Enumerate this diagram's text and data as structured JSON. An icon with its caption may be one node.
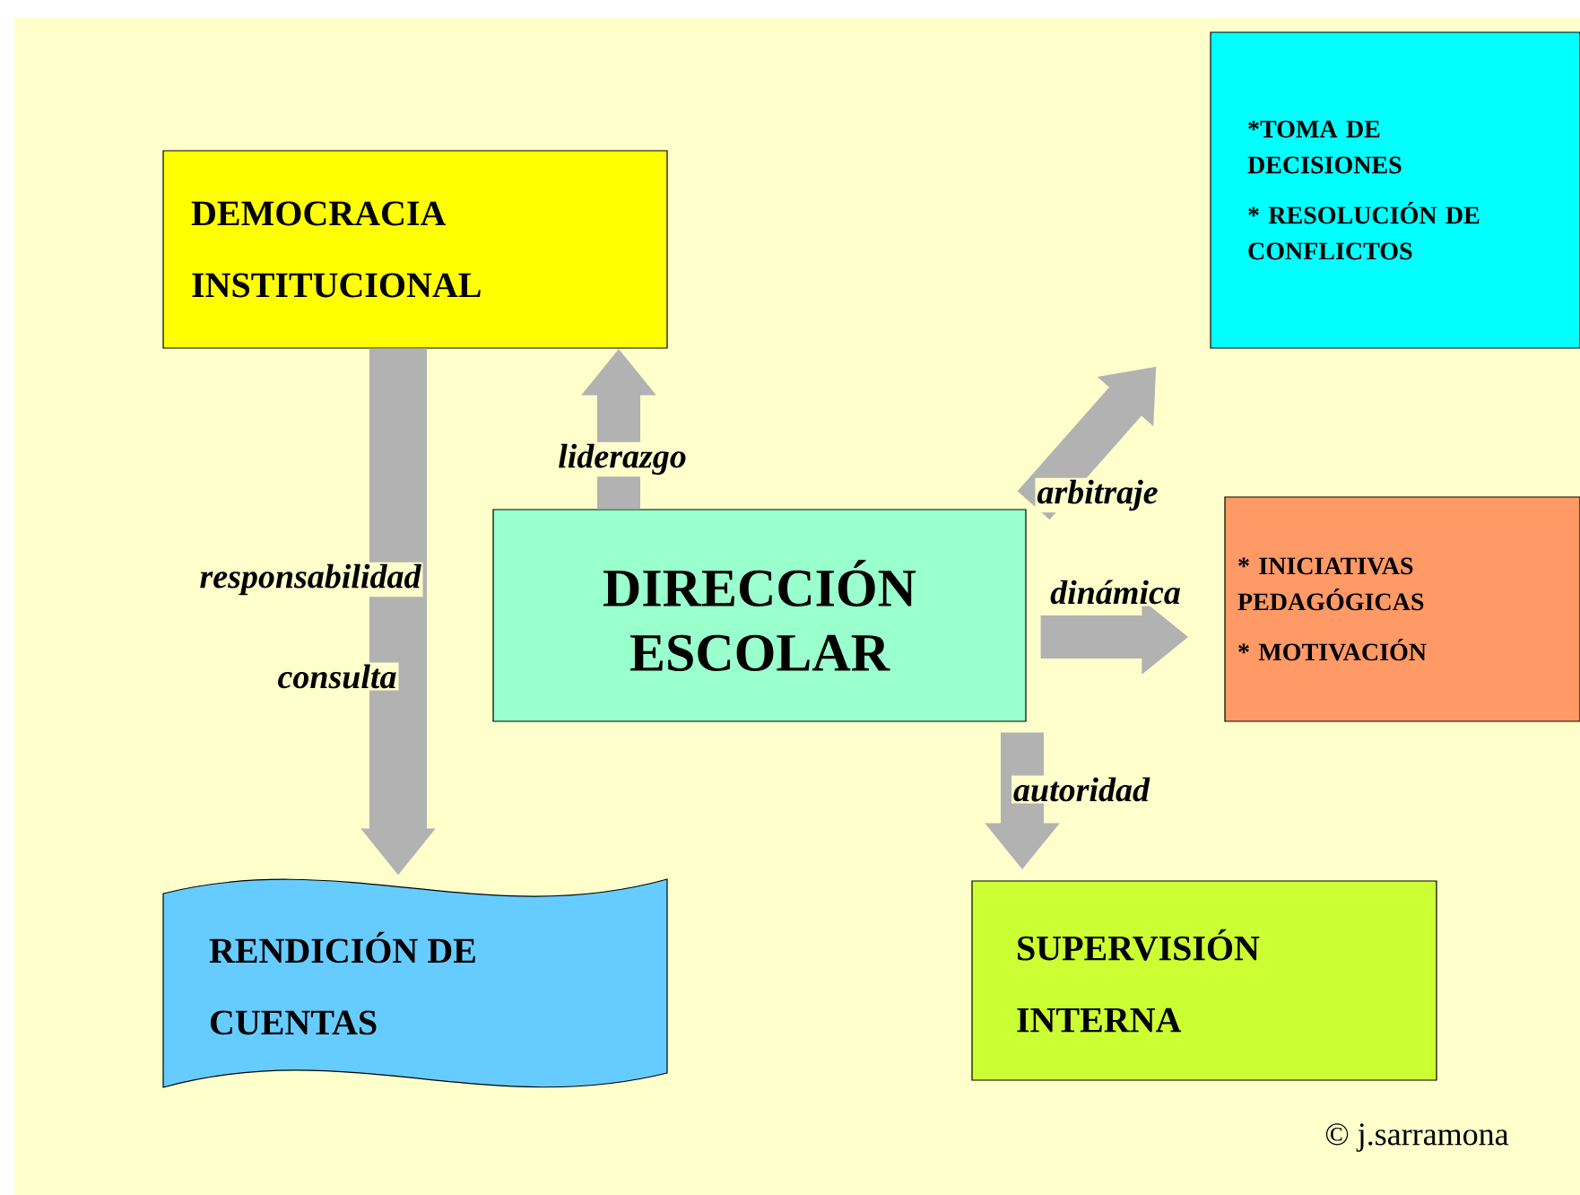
{
  "diagram": {
    "nodes": [
      {
        "text": [
          "DIRECCIÓN ESCOLAR"
        ]
      },
      {
        "text": [
          "DEMOCRACIA INSTITUCIONAL"
        ]
      },
      {
        "text": [
          "RENDICIÓN DE CUENTAS"
        ]
      },
      {
        "text": [
          "*TOMA DE DECISIONES",
          "* RESOLUCIÓN DE CONFLICTOS"
        ]
      },
      {
        "text": [
          "* INICIATIVAS PEDAGÓGICAS",
          "* MOTIVACIÓN"
        ]
      },
      {
        "text": [
          "SUPERVISIÓN INTERNA"
        ]
      }
    ],
    "edges": [
      {
        "from": 0,
        "to": 1,
        "arrow": "to",
        "label": "liderazgo"
      },
      {
        "from": 1,
        "to": 2,
        "arrow": "to",
        "label": "responsabilidad"
      },
      {
        "from": 0,
        "to": 3,
        "arrow": "to",
        "label": "arbitraje"
      },
      {
        "from": 0,
        "to": 4,
        "arrow": "to",
        "label": "dinámica"
      },
      {
        "from": 0,
        "to": 5,
        "arrow": "to",
        "label": "autoridad"
      }
    ],
    "labels": [
      "consulta",
      "© j.sarramona"
    ]
  }
}
